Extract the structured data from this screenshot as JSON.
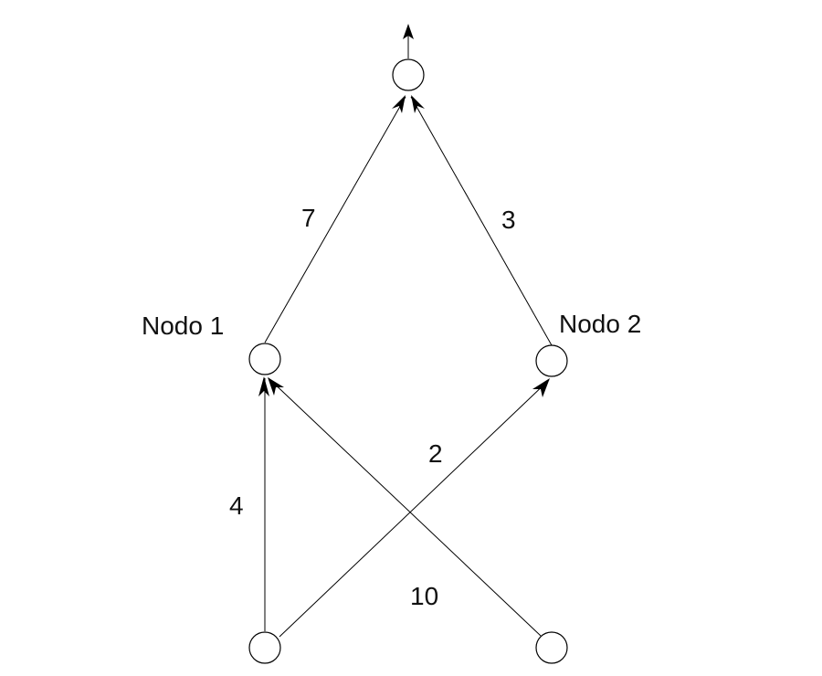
{
  "diagram": {
    "node_labels": {
      "nodo1": "Nodo 1",
      "nodo2": "Nodo 2"
    },
    "edge_weights": {
      "nodo1_to_top": "7",
      "nodo2_to_top": "3",
      "bottom_left_to_nodo1": "4",
      "bottom_left_to_nodo2": "2",
      "bottom_right_to_nodo1": "10"
    },
    "colors": {
      "stroke": "#000000",
      "background": "#ffffff"
    }
  }
}
